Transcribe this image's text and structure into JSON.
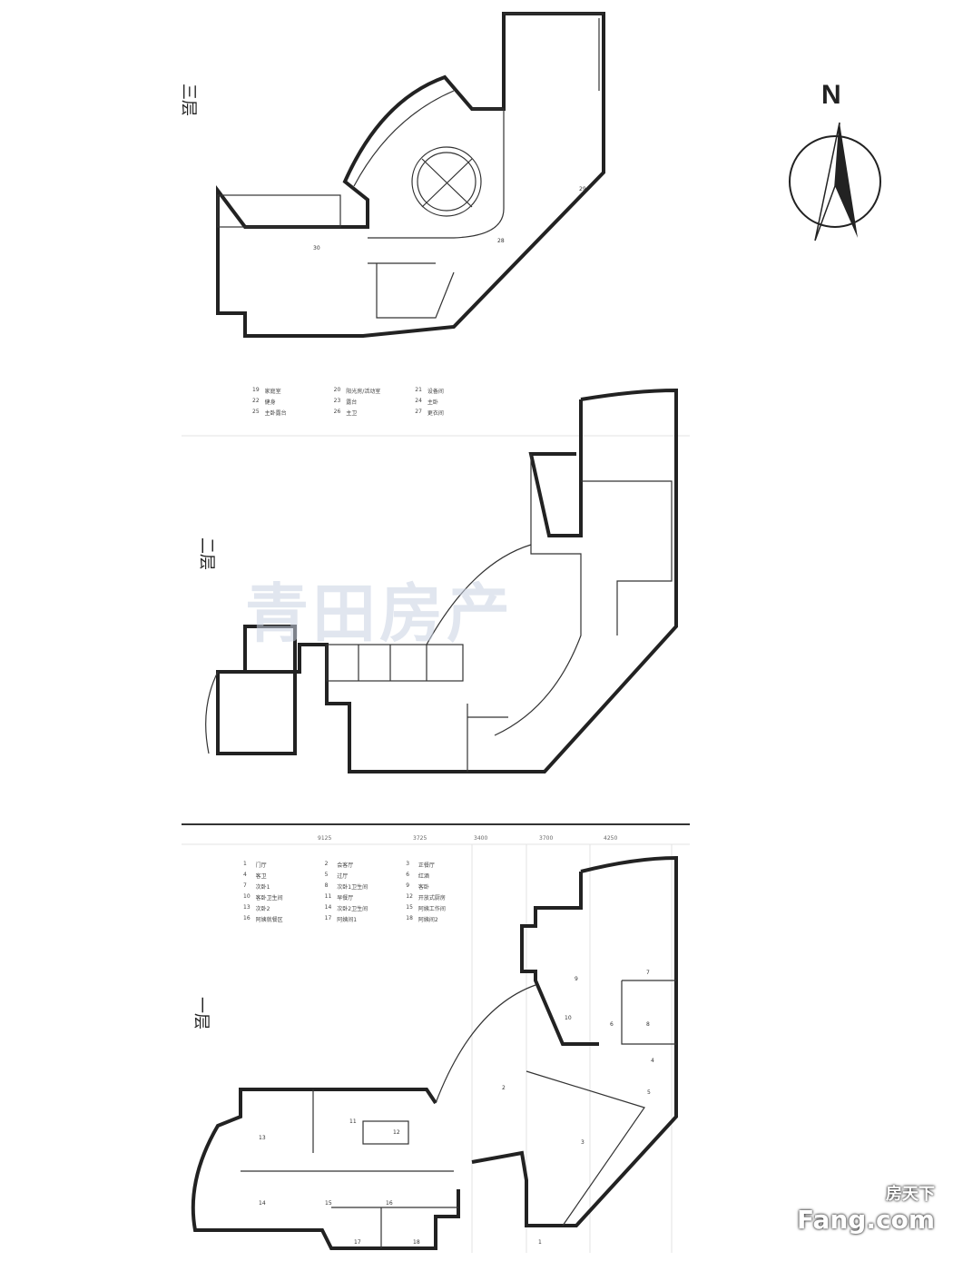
{
  "floors": {
    "third": "三层",
    "second": "二层",
    "first": "一层"
  },
  "compass": {
    "label": "N"
  },
  "legend_upper": [
    {
      "n": "19",
      "name": "家庭室"
    },
    {
      "n": "20",
      "name": "阳光房/活动室"
    },
    {
      "n": "21",
      "name": "设备间"
    },
    {
      "n": "22",
      "name": "健身"
    },
    {
      "n": "23",
      "name": "露台"
    },
    {
      "n": "24",
      "name": "主卧"
    },
    {
      "n": "25",
      "name": "主卧露台"
    },
    {
      "n": "26",
      "name": "主卫"
    },
    {
      "n": "27",
      "name": "更衣间"
    }
  ],
  "legend_lower": [
    {
      "n": "1",
      "name": "门厅"
    },
    {
      "n": "2",
      "name": "会客厅"
    },
    {
      "n": "3",
      "name": "正餐厅"
    },
    {
      "n": "4",
      "name": "客卫"
    },
    {
      "n": "5",
      "name": "过厅"
    },
    {
      "n": "6",
      "name": "红酒"
    },
    {
      "n": "7",
      "name": "次卧1"
    },
    {
      "n": "8",
      "name": "次卧1卫生间"
    },
    {
      "n": "9",
      "name": "客卧"
    },
    {
      "n": "10",
      "name": "客卧卫生间"
    },
    {
      "n": "11",
      "name": "早餐厅"
    },
    {
      "n": "12",
      "name": "开放式厨房"
    },
    {
      "n": "13",
      "name": "次卧2"
    },
    {
      "n": "14",
      "name": "次卧2卫生间"
    },
    {
      "n": "15",
      "name": "阿姨工作间"
    },
    {
      "n": "16",
      "name": "阿姨就餐区"
    },
    {
      "n": "17",
      "name": "阿姨间1"
    },
    {
      "n": "18",
      "name": "阿姨间2"
    }
  ],
  "dimensions": [
    "9125",
    "3725",
    "3400",
    "3700",
    "4250"
  ],
  "rooms_third": [
    "28",
    "29",
    "30"
  ],
  "rooms_first": [
    "1",
    "2",
    "3",
    "4",
    "5",
    "6",
    "7",
    "8",
    "9",
    "10",
    "11",
    "12",
    "13",
    "14",
    "15",
    "16",
    "17",
    "18"
  ],
  "watermark": "青田房产",
  "brand": {
    "top": "房天下",
    "bottom": "Fang.com"
  }
}
